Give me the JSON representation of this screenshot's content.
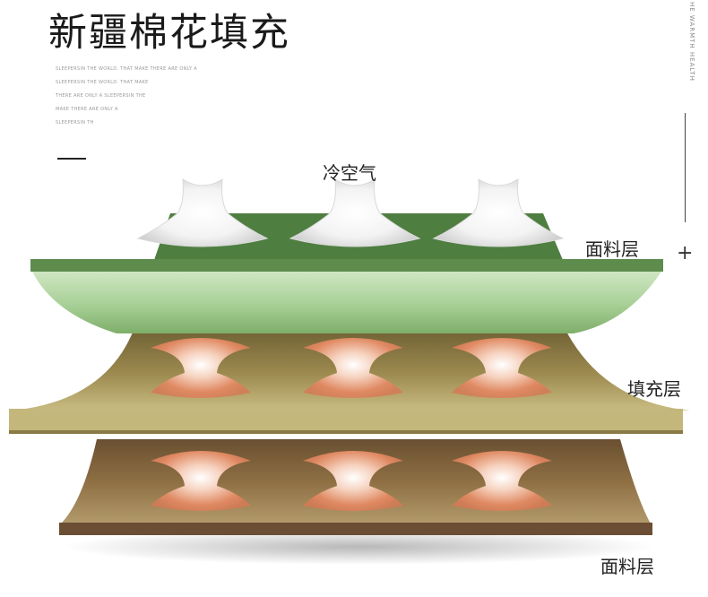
{
  "title": "新疆棉花填充",
  "subtitle_lines": [
    "SLEEPERSIN THE WORLD. THAT MAKE THERE ARE ONLY A",
    "SLEEPERSIN THE WORLD. THAT MAKE",
    "THERE ARE ONLY A SLEEPERSIN THE",
    "MAKE THERE ARE ONLY A",
    "SLEEPERSIN TH"
  ],
  "vertical_text": "HE WARMTH HEALTH",
  "plus_sign": "+",
  "labels": {
    "cold_air": "冷空气",
    "fabric_top": "面料层",
    "filling": "填充层",
    "fabric_bottom": "面料层"
  },
  "colors": {
    "fabric_green": "#4e7e40",
    "fabric_green_light": "#a6cf95",
    "filling_tan": "#9c8a4f",
    "bottom_brown": "#8e6f43",
    "heat_orange": "#e08a63"
  },
  "icons": [
    "cold-air-puff-icon",
    "heat-glow-icon"
  ]
}
